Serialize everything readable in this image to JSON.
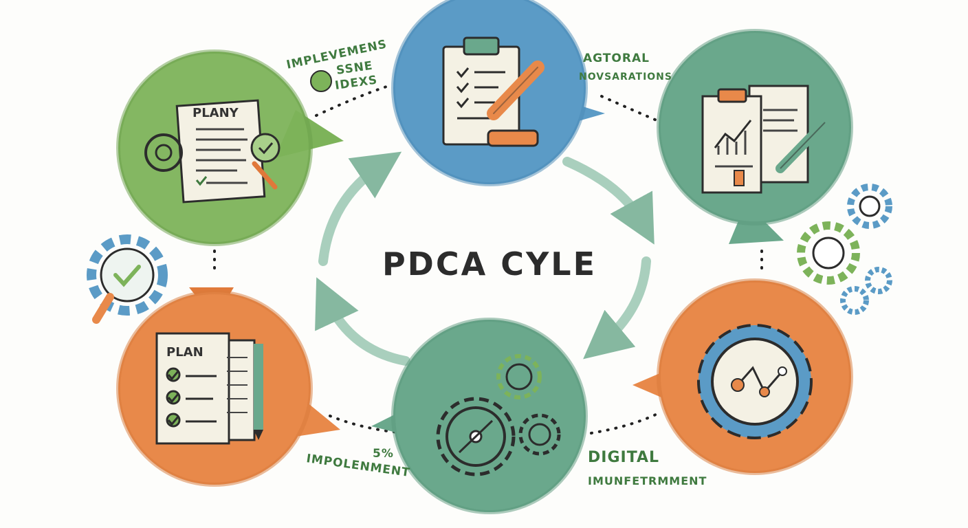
{
  "title": "PDCA CYLE",
  "colors": {
    "green": "#7db35a",
    "blue": "#5b9bc6",
    "teal": "#6aa88c",
    "orange": "#e8894a",
    "arrow": "#86b8a0",
    "ink": "#2c2c2c",
    "note": "#3f7a3f"
  },
  "nodes": [
    {
      "id": "plan-top",
      "color": "green",
      "doc_label": "PLANY",
      "icon": "document-wrench-gear-icon"
    },
    {
      "id": "do",
      "color": "blue",
      "icon": "clipboard-pencil-icon"
    },
    {
      "id": "check",
      "color": "teal",
      "icon": "report-chart-pencil-icon"
    },
    {
      "id": "act",
      "color": "orange",
      "icon": "gear-network-icon"
    },
    {
      "id": "implement",
      "color": "teal",
      "icon": "gears-icon"
    },
    {
      "id": "plan-bottom",
      "color": "orange",
      "doc_label": "PLAN",
      "icon": "checklist-pencil-icon"
    }
  ],
  "annotations": {
    "top_left_1": "IMPLEVEMENS",
    "top_left_2": "SSNE",
    "top_left_3": "IDEXS",
    "top_right_1": "AGTORAL",
    "top_right_2": "NOVSARATIONS",
    "bottom_left_1": "5%",
    "bottom_left_2": "IMPOLENMENT",
    "bottom_right_1": "DIGITAL",
    "bottom_right_2": "IMUNFETRMMENT"
  },
  "decor_icons": [
    "gear-check-icon",
    "gear-cluster-icon"
  ]
}
